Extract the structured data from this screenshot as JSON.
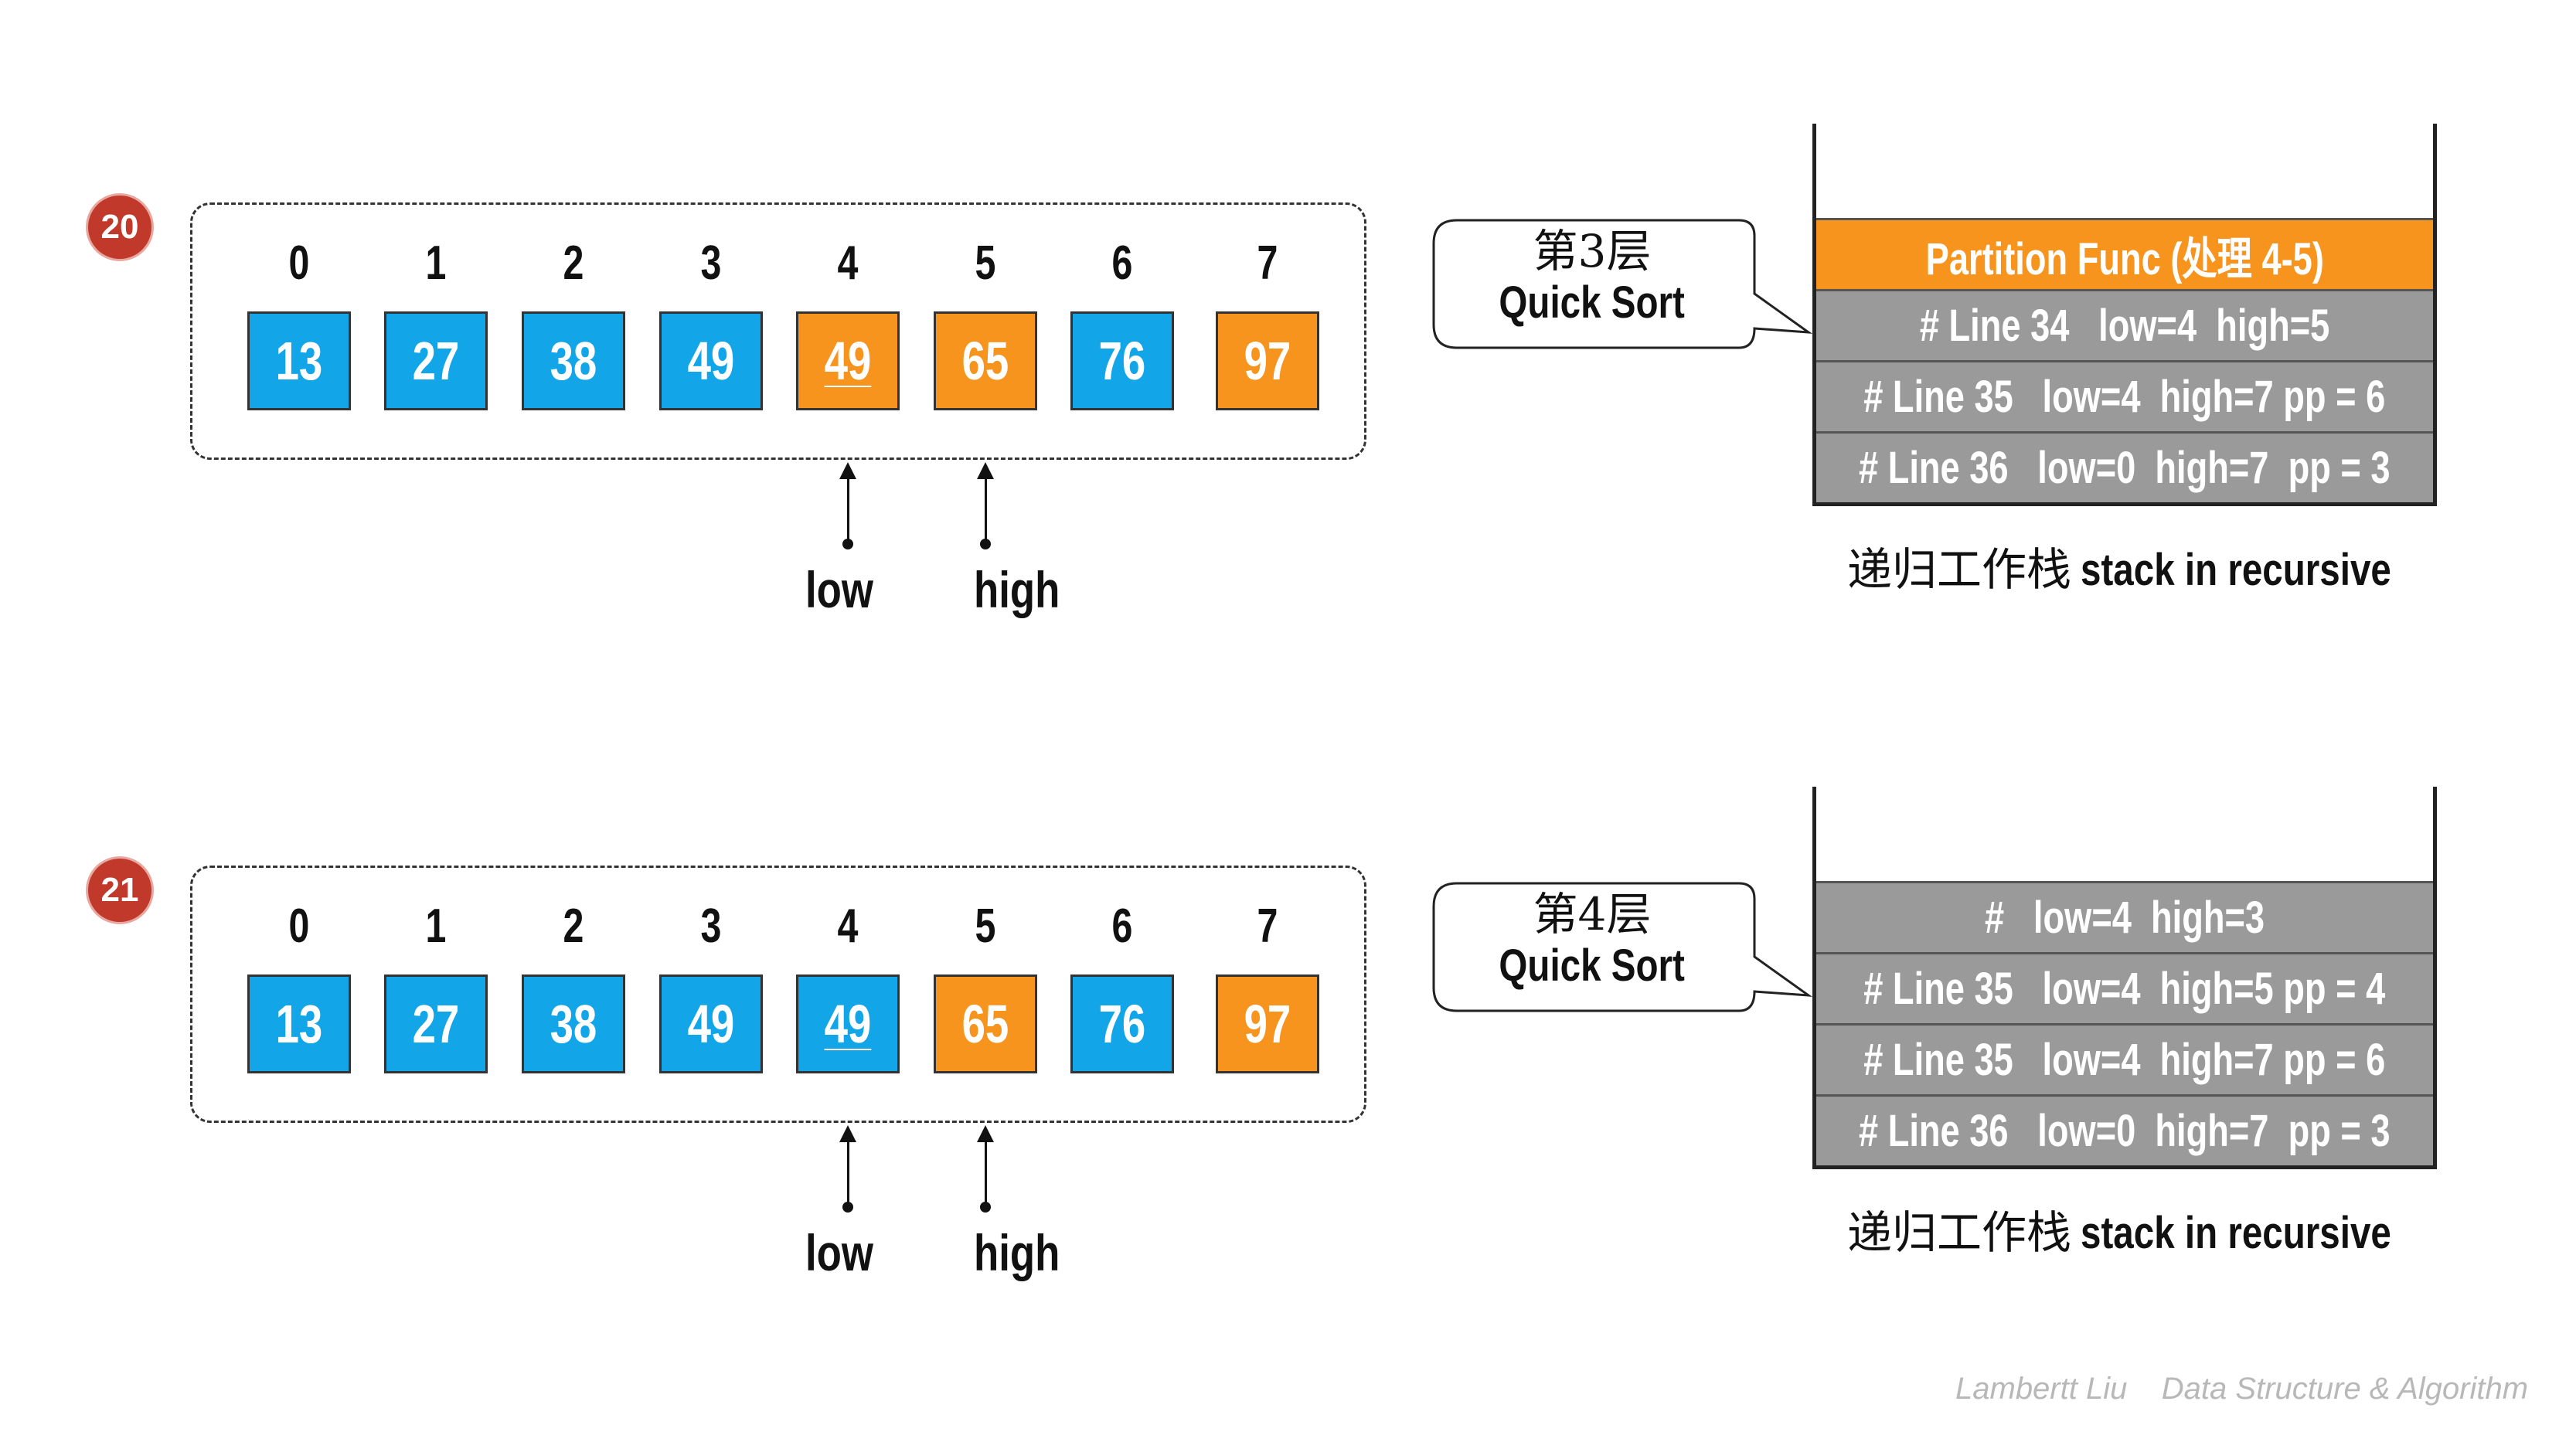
{
  "steps": [
    {
      "number": "20",
      "indices": [
        "0",
        "1",
        "2",
        "3",
        "4",
        "5",
        "6",
        "7"
      ],
      "cells": [
        {
          "value": "13",
          "color": "blue",
          "underline": false
        },
        {
          "value": "27",
          "color": "blue",
          "underline": false
        },
        {
          "value": "38",
          "color": "blue",
          "underline": false
        },
        {
          "value": "49",
          "color": "blue",
          "underline": false
        },
        {
          "value": "49",
          "color": "orange",
          "underline": true
        },
        {
          "value": "65",
          "color": "orange",
          "underline": false
        },
        {
          "value": "76",
          "color": "blue",
          "underline": false
        },
        {
          "value": "97",
          "color": "orange",
          "underline": false
        }
      ],
      "pointers": [
        {
          "label": "low",
          "index": 4
        },
        {
          "label": "high",
          "index": 5
        }
      ],
      "bubble": {
        "layer": "第3层",
        "title": "Quick Sort"
      },
      "stack_frames": [
        {
          "text": "Partition Func (处理 4-5)",
          "color": "orange"
        },
        {
          "text": "# Line 34   low=4  high=5",
          "color": "gray"
        },
        {
          "text": "# Line 35   low=4  high=7 pp = 6",
          "color": "gray"
        },
        {
          "text": "# Line 36   low=0  high=7  pp = 3",
          "color": "gray"
        }
      ],
      "stack_caption_cn": "递归工作栈",
      "stack_caption_en": "stack in recursive"
    },
    {
      "number": "21",
      "indices": [
        "0",
        "1",
        "2",
        "3",
        "4",
        "5",
        "6",
        "7"
      ],
      "cells": [
        {
          "value": "13",
          "color": "blue",
          "underline": false
        },
        {
          "value": "27",
          "color": "blue",
          "underline": false
        },
        {
          "value": "38",
          "color": "blue",
          "underline": false
        },
        {
          "value": "49",
          "color": "blue",
          "underline": false
        },
        {
          "value": "49",
          "color": "blue",
          "underline": true
        },
        {
          "value": "65",
          "color": "orange",
          "underline": false
        },
        {
          "value": "76",
          "color": "blue",
          "underline": false
        },
        {
          "value": "97",
          "color": "orange",
          "underline": false
        }
      ],
      "pointers": [
        {
          "label": "low",
          "index": 4
        },
        {
          "label": "high",
          "index": 5
        }
      ],
      "bubble": {
        "layer": "第4层",
        "title": "Quick Sort"
      },
      "stack_frames": [
        {
          "text": "#   low=4  high=3",
          "color": "gray"
        },
        {
          "text": "# Line 35   low=4  high=5 pp = 4",
          "color": "gray"
        },
        {
          "text": "# Line 35   low=4  high=7 pp = 6",
          "color": "gray"
        },
        {
          "text": "# Line 36   low=0  high=7  pp = 3",
          "color": "gray"
        }
      ],
      "stack_caption_cn": "递归工作栈",
      "stack_caption_en": "stack in recursive"
    }
  ],
  "colors": {
    "blue": "#12a5e8",
    "orange": "#f7941d",
    "gray": "#9a9a9a",
    "badge": "#c0392b"
  },
  "footer": "Lambertt Liu    Data Structure & Algorithm"
}
